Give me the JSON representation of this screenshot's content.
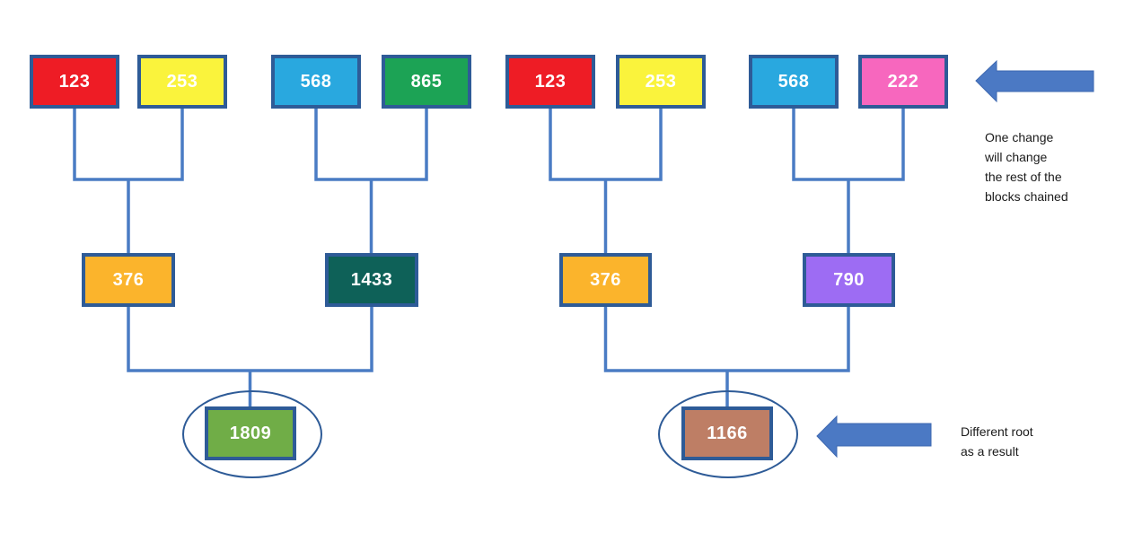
{
  "colors": {
    "box-border": "#2E5B97",
    "connector": "#4A7CC4",
    "ellipse": "#2E5B97",
    "arrow": "#4B79C4",
    "text": "#FFFFFF",
    "annotation": "#1A1A1A"
  },
  "trees": [
    {
      "name": "original-chain",
      "leaves": [
        {
          "label": "123",
          "color": "#EE1C25"
        },
        {
          "label": "253",
          "color": "#FAF33C"
        },
        {
          "label": "568",
          "color": "#29A8DF"
        },
        {
          "label": "865",
          "color": "#1CA355"
        }
      ],
      "internal": [
        {
          "label": "376",
          "color": "#FBB42C"
        },
        {
          "label": "1433",
          "color": "#0E6158"
        }
      ],
      "root": {
        "label": "1809",
        "color": "#70AD47"
      }
    },
    {
      "name": "modified-chain",
      "leaves": [
        {
          "label": "123",
          "color": "#EE1C25"
        },
        {
          "label": "253",
          "color": "#FAF33C"
        },
        {
          "label": "568",
          "color": "#29A8DF"
        },
        {
          "label": "222",
          "color": "#F767BE"
        }
      ],
      "internal": [
        {
          "label": "376",
          "color": "#FBB42C"
        },
        {
          "label": "790",
          "color": "#9D6CF3"
        }
      ],
      "root": {
        "label": "1166",
        "color": "#BE7E65"
      }
    }
  ],
  "annotations": {
    "top": {
      "lines": [
        "One change",
        "will change",
        "the rest of the",
        "blocks chained"
      ]
    },
    "bottom": {
      "lines": [
        "Different root",
        "as a result"
      ]
    }
  }
}
